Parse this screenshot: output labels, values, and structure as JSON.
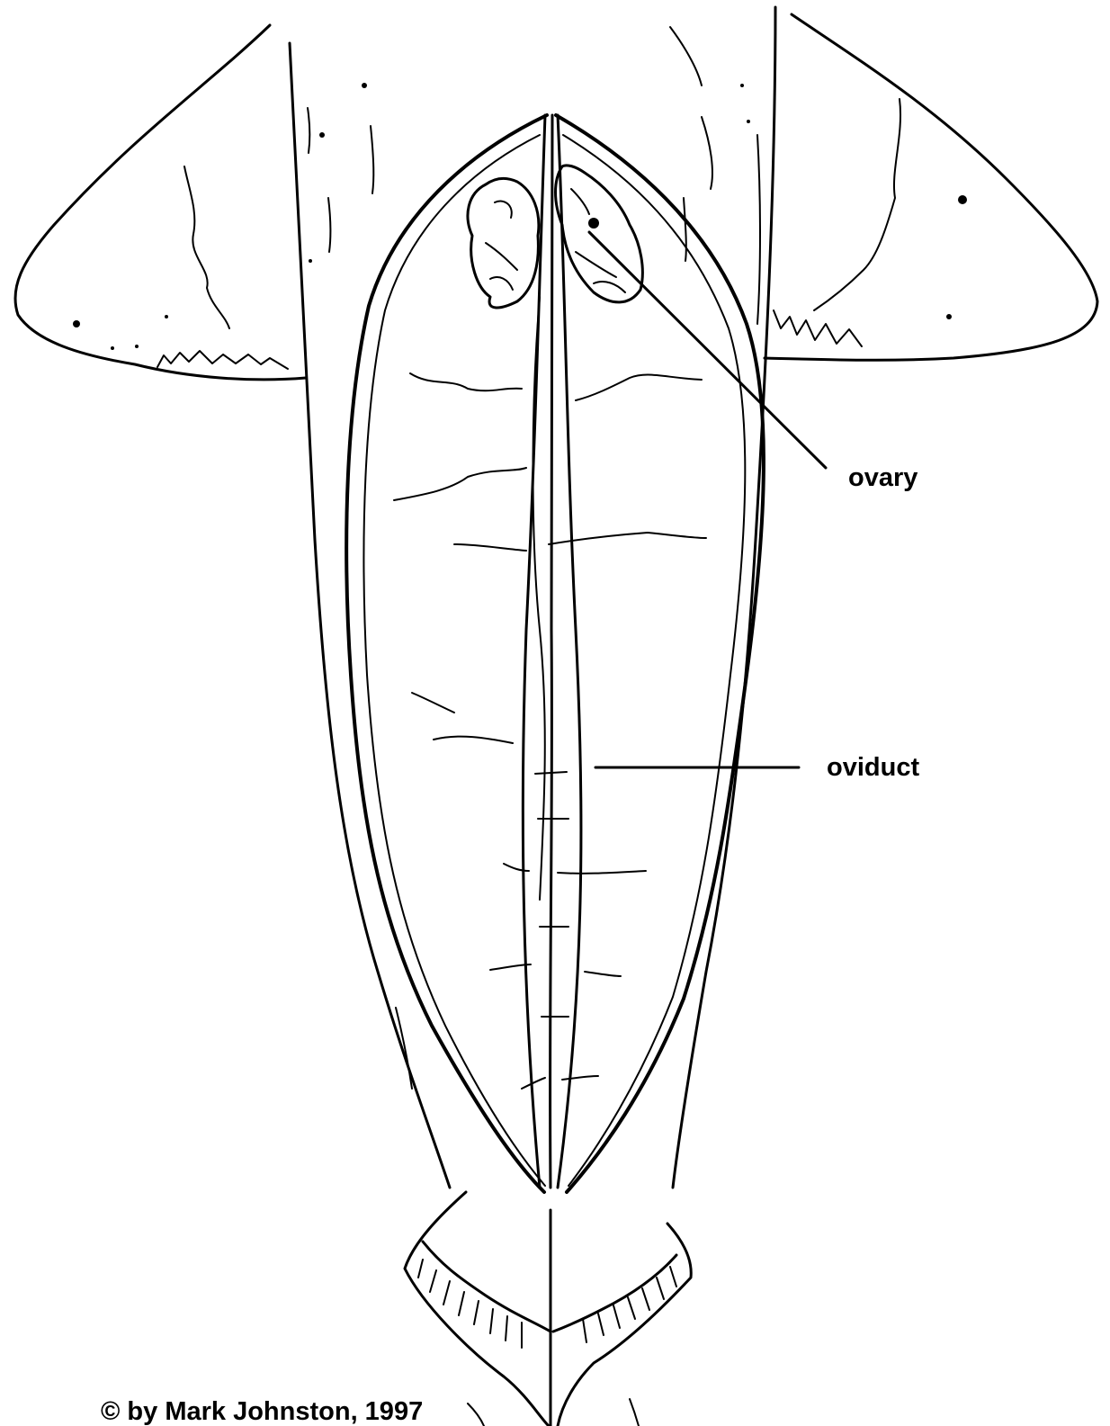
{
  "labels": {
    "ovary": "ovary",
    "oviduct": "oviduct"
  },
  "copyright": "© by Mark Johnston, 1997",
  "colors": {
    "ink": "#000000",
    "background": "#ffffff"
  }
}
